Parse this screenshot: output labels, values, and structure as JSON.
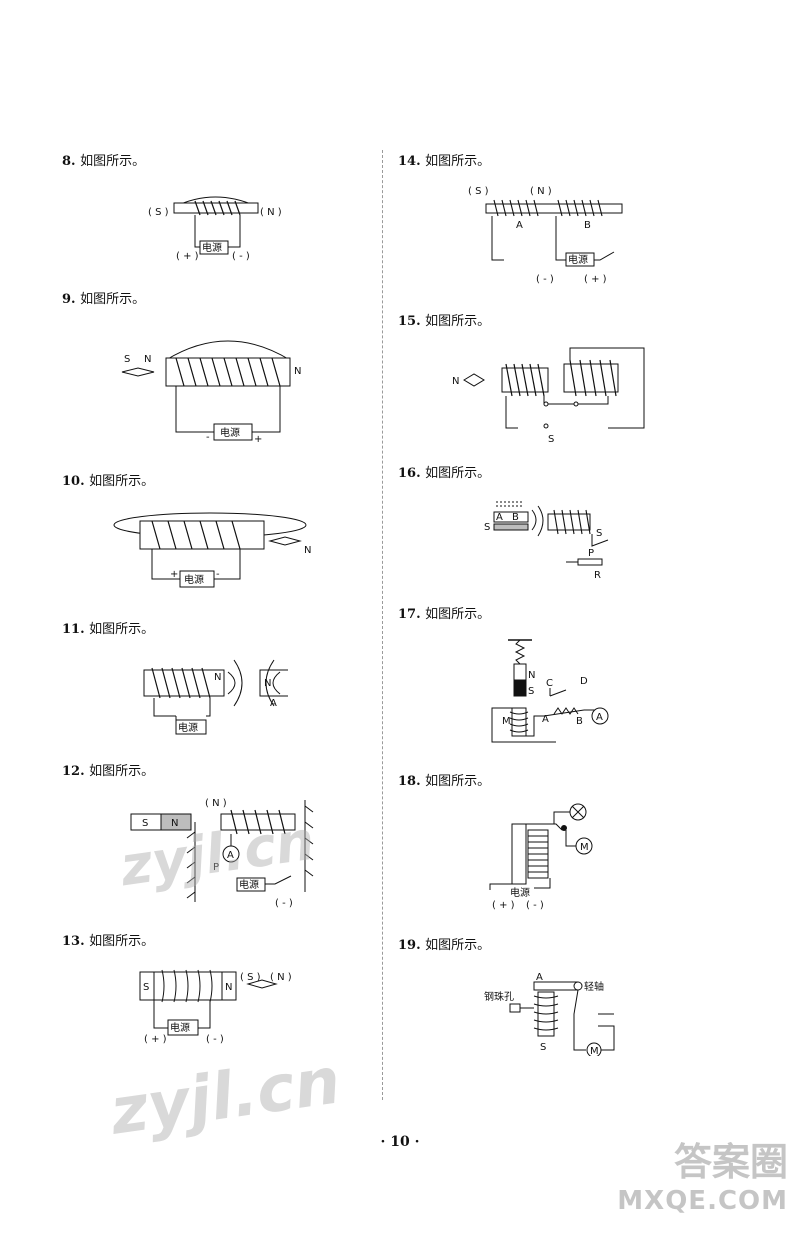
{
  "questions": [
    {
      "num": "8.",
      "text": "如图所示。"
    },
    {
      "num": "9.",
      "text": "如图所示。"
    },
    {
      "num": "10.",
      "text": "如图所示。"
    },
    {
      "num": "11.",
      "text": "如图所示。"
    },
    {
      "num": "12.",
      "text": "如图所示。"
    },
    {
      "num": "13.",
      "text": "如图所示。"
    },
    {
      "num": "14.",
      "text": "如图所示。"
    },
    {
      "num": "15.",
      "text": "如图所示。"
    },
    {
      "num": "16.",
      "text": "如图所示。"
    },
    {
      "num": "17.",
      "text": "如图所示。"
    },
    {
      "num": "18.",
      "text": "如图所示。"
    },
    {
      "num": "19.",
      "text": "如图所示。"
    }
  ],
  "labels": {
    "power": "电源",
    "S": "S",
    "N": "N",
    "pS": "( S )",
    "pN": "( N )",
    "plus": "( + )",
    "minus": "( - )",
    "plus_bare": "+",
    "minus_bare": "-",
    "A": "A",
    "B": "B",
    "C": "C",
    "D": "D",
    "M": "M",
    "P": "P",
    "R": "R",
    "ammeter": "A",
    "motor": "M",
    "q19_left": "钢珠孔",
    "q19_right": "轻轴"
  },
  "page_number": "· 10 ·",
  "watermarks": [
    "zyjl.cn",
    "zyjl.cn"
  ],
  "logo": {
    "top": "答案圈",
    "bottom": "MXQE.COM"
  }
}
